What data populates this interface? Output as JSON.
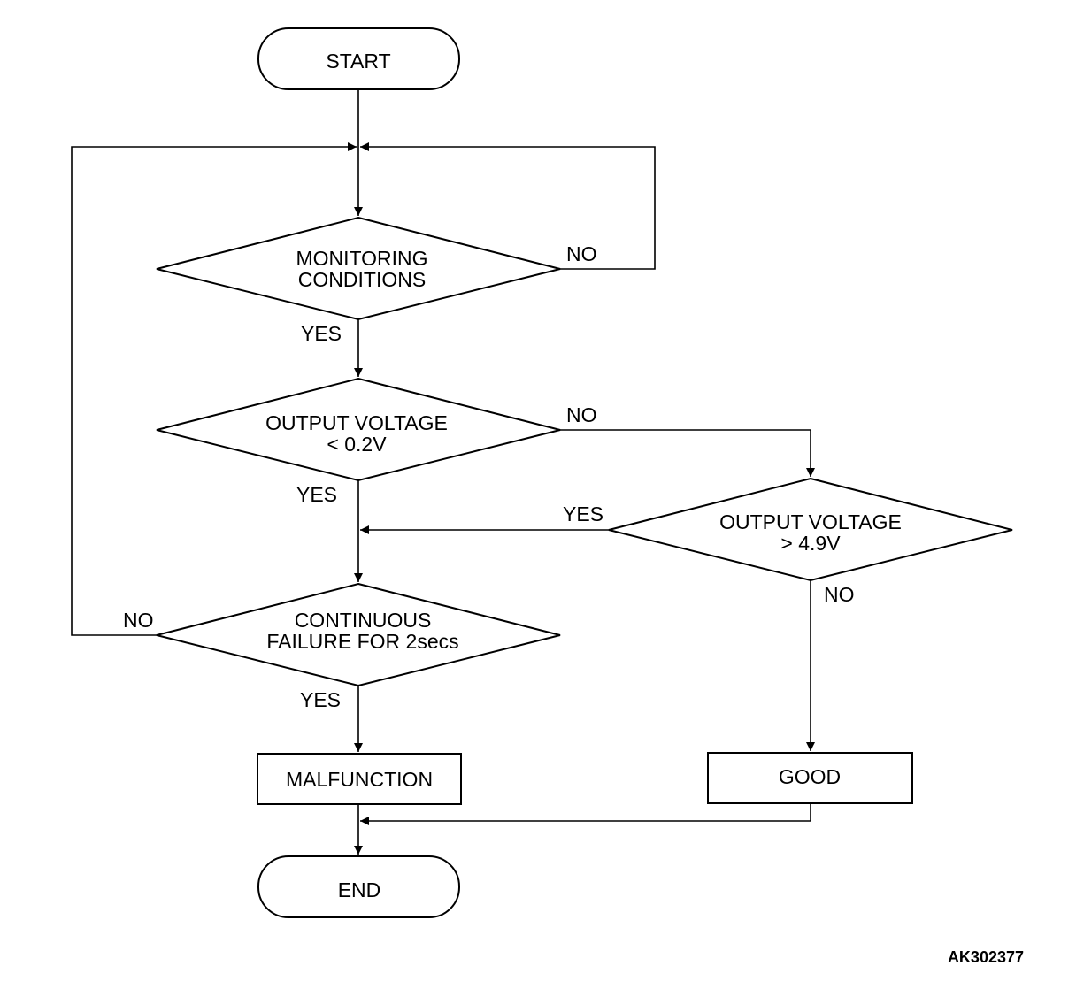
{
  "nodes": {
    "start": "START",
    "monitoring": [
      "MONITORING",
      "CONDITIONS"
    ],
    "output_low": [
      "OUTPUT VOLTAGE",
      "< 0.2V"
    ],
    "output_high": [
      "OUTPUT VOLTAGE",
      "> 4.9V"
    ],
    "continuous": [
      "CONTINUOUS",
      "FAILURE FOR 2secs"
    ],
    "malfunction": "MALFUNCTION",
    "good": "GOOD",
    "end": "END"
  },
  "edge_labels": {
    "monitoring_no": "NO",
    "monitoring_yes": "YES",
    "output_low_no": "NO",
    "output_low_yes": "YES",
    "output_high_yes": "YES",
    "output_high_no": "NO",
    "continuous_no": "NO",
    "continuous_yes": "YES"
  },
  "figure_code": "AK302377",
  "colors": {
    "line": "#000000",
    "background": "#ffffff"
  }
}
